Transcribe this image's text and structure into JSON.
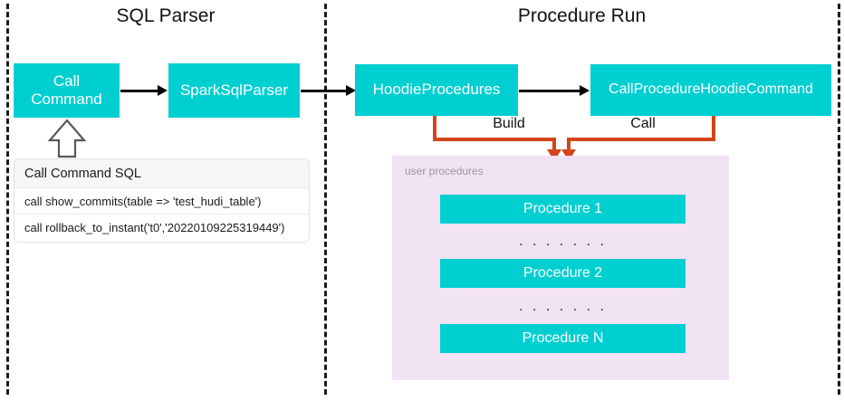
{
  "diagram": {
    "title_left": "SQL Parser",
    "title_right": "Procedure Run",
    "colors": {
      "node_fill": "#00CFD1",
      "node_text": "#FFFFFF",
      "connector_orange": "#D4451B",
      "panel_background": "#F1E2F4",
      "divider": "#1A1A1A"
    }
  },
  "left_lane": {
    "title": "SQL Parser",
    "nodes": [
      {
        "id": "call-command",
        "label_line1": "Call",
        "label_line2": "Command"
      },
      {
        "id": "spark-sql-parser",
        "label": "SparkSqlParser"
      }
    ],
    "sql_card": {
      "header": "Call Command SQL",
      "rows": [
        "call show_commits(table => 'test_hudi_table')",
        "call rollback_to_instant('t0','20220109225319449')"
      ]
    }
  },
  "right_lane": {
    "title": "Procedure Run",
    "nodes": [
      {
        "id": "hoodie-procedures",
        "label": "HoodieProcedures"
      },
      {
        "id": "call-procedure-hoodie-command",
        "label": "CallProcedureHoodieCommand"
      }
    ],
    "edge_labels": {
      "build": "Build",
      "call": "Call"
    },
    "procedures_panel": {
      "label": "user procedures",
      "items": [
        {
          "type": "box",
          "label": "Procedure 1"
        },
        {
          "type": "dots",
          "label": ". . . . . . ."
        },
        {
          "type": "box",
          "label": "Procedure 2"
        },
        {
          "type": "dots",
          "label": ". . . . . . ."
        },
        {
          "type": "box",
          "label": "Procedure N"
        }
      ]
    }
  }
}
